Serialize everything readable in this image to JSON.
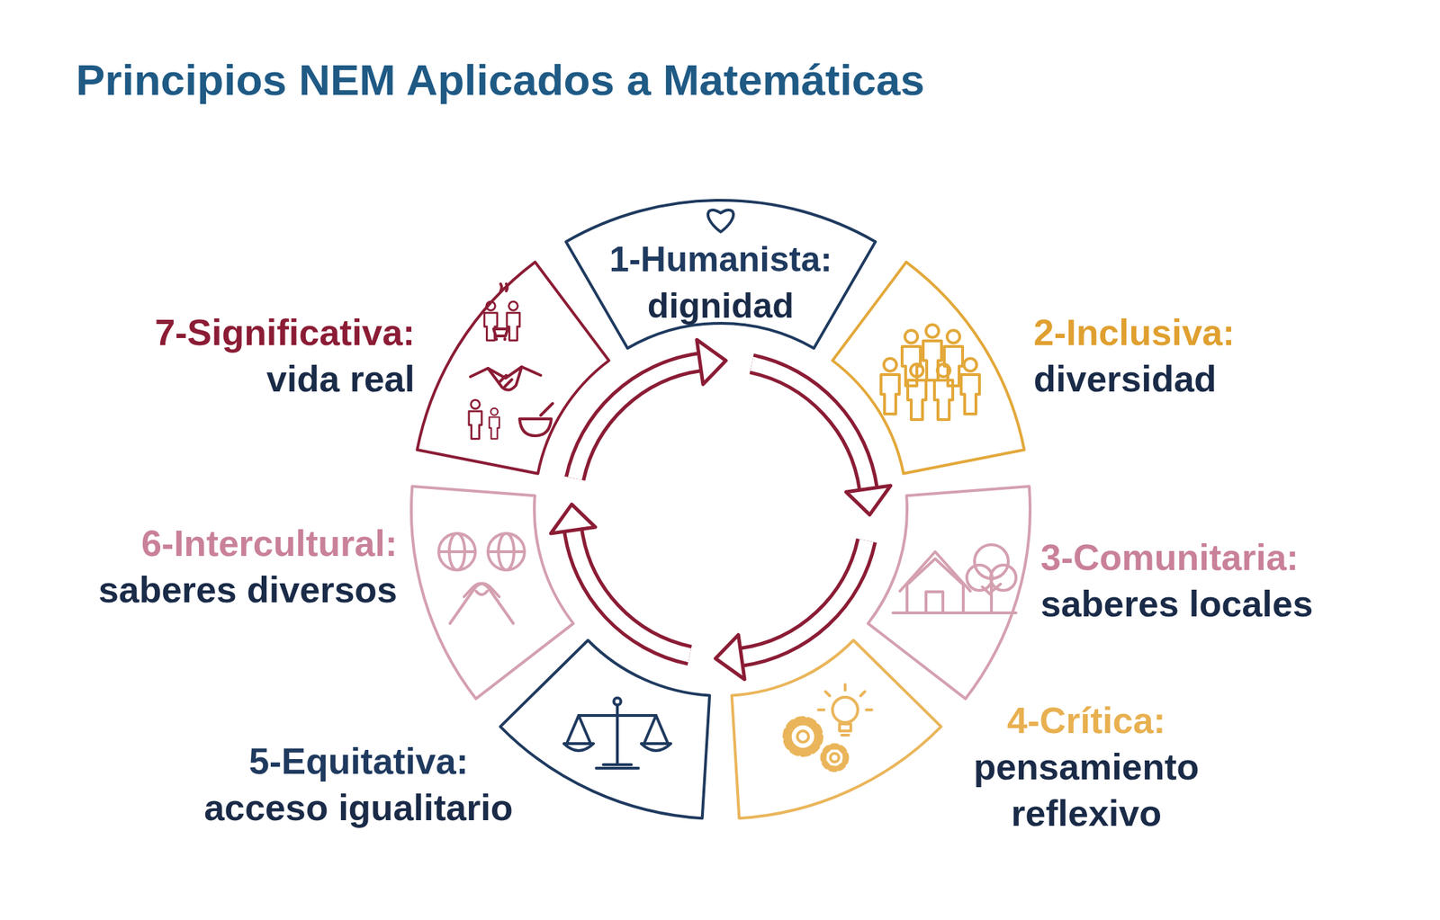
{
  "diagram": {
    "title": "Principios NEM Aplicados a Matemáticas",
    "nodes": [
      {
        "text": [
          "1-Humanista:",
          "dignidad"
        ]
      },
      {
        "text": [
          "2-Inclusiva:",
          "diversidad"
        ]
      },
      {
        "text": [
          "3-Comunitaria:",
          "saberes locales"
        ]
      },
      {
        "text": [
          "4-Crítica:",
          "pensamiento reflexivo"
        ]
      },
      {
        "text": [
          "5-Equitativa:",
          "acceso igualitario"
        ]
      },
      {
        "text": [
          "6-Intercultural:",
          "saberes diversos"
        ]
      },
      {
        "text": [
          "7-Significativa:",
          "vida real"
        ]
      }
    ]
  }
}
